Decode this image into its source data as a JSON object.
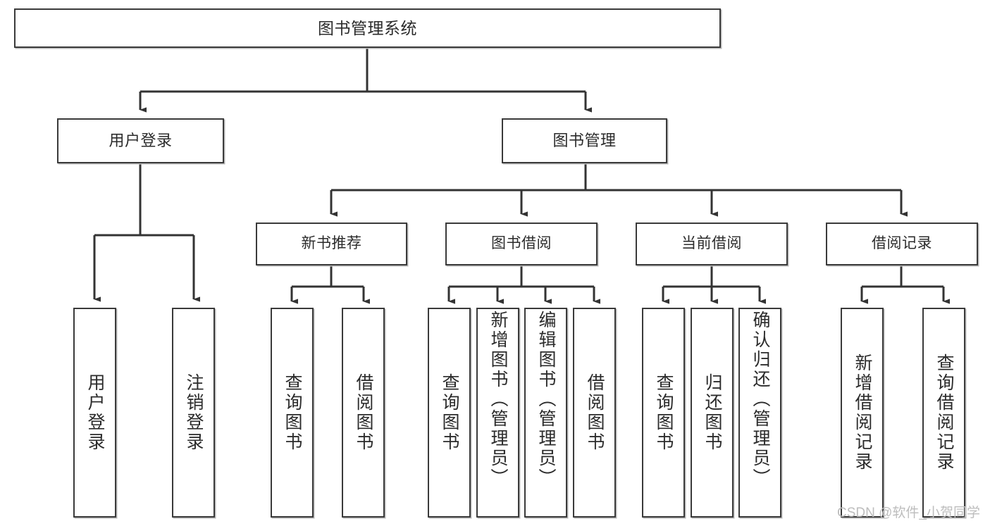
{
  "diagram": {
    "title": "图书管理系统",
    "type": "tree-hierarchy-chart",
    "root": {
      "label": "图书管理系统"
    },
    "level1": [
      {
        "label": "用户登录"
      },
      {
        "label": "图书管理"
      }
    ],
    "level2": [
      {
        "label": "新书推荐"
      },
      {
        "label": "图书借阅"
      },
      {
        "label": "当前借阅"
      },
      {
        "label": "借阅记录"
      }
    ],
    "leaves": {
      "user_login": [
        {
          "label": "用户登录"
        },
        {
          "label": "注销登录"
        }
      ],
      "new_book_recommend": [
        {
          "label": "查询图书"
        },
        {
          "label": "借阅图书"
        }
      ],
      "book_borrow": [
        {
          "label": "查询图书"
        },
        {
          "label": "新增图书（管理员）"
        },
        {
          "label": "编辑图书（管理员）"
        },
        {
          "label": "借阅图书"
        }
      ],
      "current_borrow": [
        {
          "label": "查询图书"
        },
        {
          "label": "归还图书"
        },
        {
          "label": "确认归还（管理员）"
        }
      ],
      "borrow_record": [
        {
          "label": "新增借阅记录"
        },
        {
          "label": "查询借阅记录"
        }
      ]
    }
  },
  "watermark": {
    "text": "CSDN @软件_小贺同学"
  },
  "colors": {
    "box_border": "#3a3a3a",
    "box_fill": "#ffffff",
    "connector": "#333333",
    "text": "#2b2b2b",
    "watermark": "#bdbdbd",
    "shadow": "#b9b9b9"
  }
}
